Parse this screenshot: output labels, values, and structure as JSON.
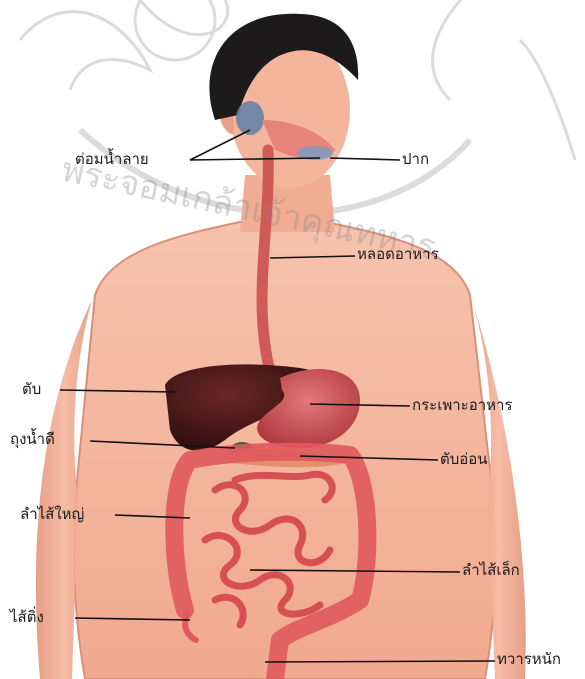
{
  "labels": {
    "salivary_gland": "ต่อมน้ำลาย",
    "mouth": "ปาก",
    "esophagus": "หลอดอาหาร",
    "liver": "ตับ",
    "stomach": "กระเพาะอาหาร",
    "gallbladder": "ถุงน้ำดี",
    "pancreas": "ตับอ่อน",
    "large_intestine": "ลำไส้ใหญ่",
    "small_intestine": "ลำไส้เล็ก",
    "appendix": "ไส้ติ่ง",
    "anus": "ทวารหนัก"
  },
  "watermark": {
    "text": "พระจอมเกล้าเจ้าคุณทหาร"
  },
  "colors": {
    "skin": "#f2b39a",
    "skin_shadow": "#d98b73",
    "hair": "#1c1a1b",
    "liver": "#4a1616",
    "stomach": "#c84448",
    "intestine": "#e0595d",
    "esophagus": "#cf5a58",
    "line": "#111111"
  }
}
